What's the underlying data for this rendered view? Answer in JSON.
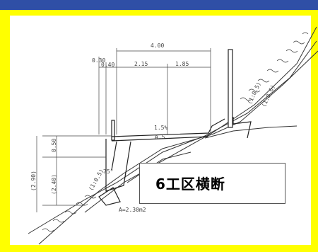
{
  "caption": "6工区横断",
  "dimensions": {
    "top_width": "4.00",
    "left_offset_a": "0.30",
    "left_offset_b": "0.40",
    "mid_span": "2.15",
    "right_span": "1.85",
    "slope_pct": "1.5%",
    "axis_marker": "A.S",
    "height_small": "0.50",
    "height_total_paren": "(2.90)",
    "height_lower_paren": "(2.40)",
    "angle": "75°",
    "area": "A=2.30m2",
    "slope_left": "(1:0.5)",
    "slope_right_a": "(1:0.5)",
    "slope_right_b": "(1:0.6)"
  }
}
